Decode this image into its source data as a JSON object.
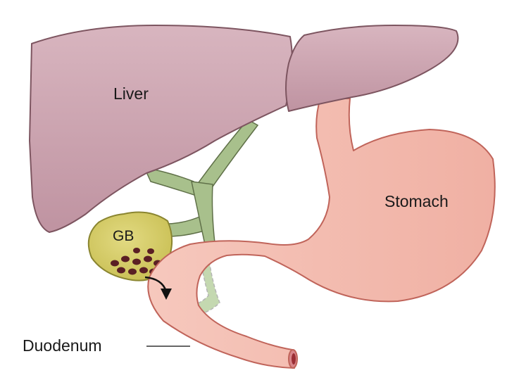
{
  "labels": {
    "liver": "Liver",
    "stomach": "Stomach",
    "gallbladder": "GB",
    "duodenum": "Duodenum"
  },
  "colors": {
    "liver_fill": "#c9a1ad",
    "liver_outline": "#7d5560",
    "stomach_fill": "#f3bcb0",
    "stomach_outline": "#c0645a",
    "gallbladder_fill": "#d7cf6c",
    "gallbladder_outline": "#8a8530",
    "bile_duct_fill": "#a8c08c",
    "bile_duct_outline": "#5f7048",
    "stone_fill": "#5a1f24"
  }
}
